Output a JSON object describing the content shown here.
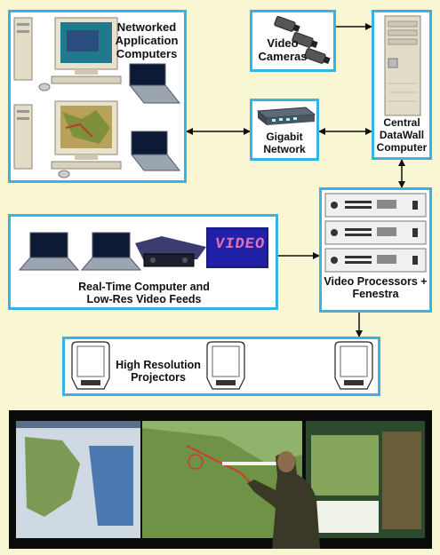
{
  "nodes": {
    "networked_computers": {
      "line1": "Networked",
      "line2": "Application",
      "line3": "Computers"
    },
    "video_cameras": {
      "line1": "Video",
      "line2": "Cameras"
    },
    "gigabit_network": {
      "line1": "Gigabit",
      "line2": "Network"
    },
    "central_computer": {
      "line1": "Central",
      "line2": "DataWall",
      "line3": "Computer"
    },
    "realtime_feeds": {
      "line1": "Real-Time Computer and",
      "line2": "Low-Res Video Feeds",
      "screen_text": "VIDEO"
    },
    "video_processors": {
      "line1": "Video Processors +",
      "line2": "Fenestra"
    },
    "projectors": {
      "line1": "High Resolution",
      "line2": "Projectors"
    }
  },
  "colors": {
    "background": "#f9f6d3",
    "box_border": "#37b4e6",
    "connector": "#111111"
  }
}
